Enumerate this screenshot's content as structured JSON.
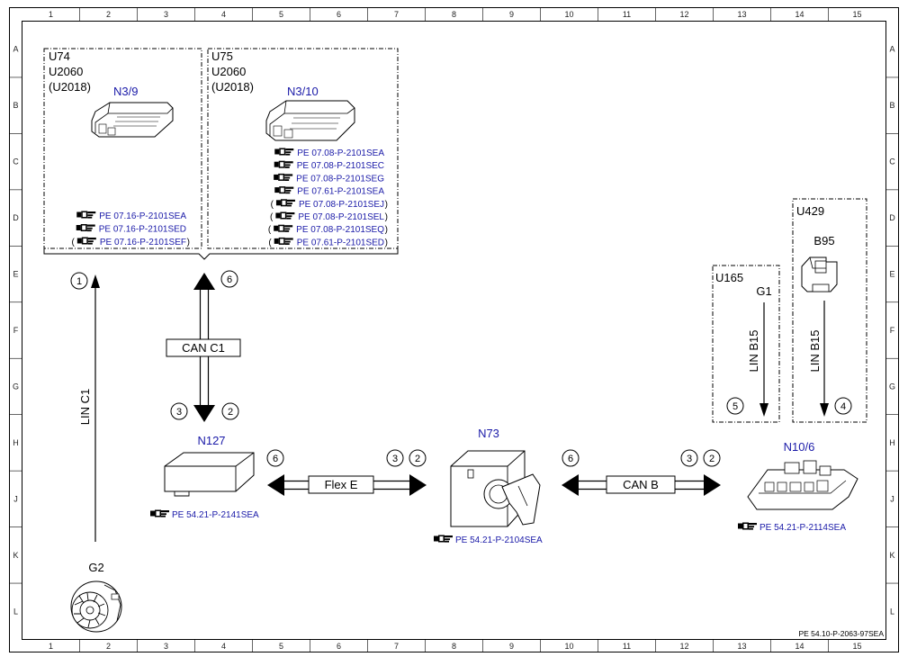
{
  "grid": {
    "columns": [
      "1",
      "2",
      "3",
      "4",
      "5",
      "6",
      "7",
      "8",
      "9",
      "10",
      "11",
      "12",
      "13",
      "14",
      "15"
    ],
    "rows": [
      "A",
      "B",
      "C",
      "D",
      "E",
      "F",
      "G",
      "H",
      "J",
      "K",
      "L"
    ]
  },
  "doc_id": "PE 54.10-P-2063-97SEA",
  "groups": {
    "u74": {
      "lines": [
        "U74",
        "U2060",
        "(U2018)"
      ]
    },
    "u75": {
      "lines": [
        "U75",
        "U2060",
        "(U2018)"
      ]
    },
    "u165": {
      "label": "U165"
    },
    "u429": {
      "label": "U429"
    }
  },
  "components": {
    "n3_9": {
      "label": "N3/9",
      "refs": [
        {
          "open": "",
          "text": "PE 07.16-P-2101SEA",
          "close": ""
        },
        {
          "open": "",
          "text": "PE 07.16-P-2101SED",
          "close": ""
        },
        {
          "open": "(",
          "text": "PE 07.16-P-2101SEF",
          "close": ")"
        }
      ]
    },
    "n3_10": {
      "label": "N3/10",
      "refs": [
        {
          "open": "",
          "text": "PE 07.08-P-2101SEA",
          "close": ""
        },
        {
          "open": "",
          "text": "PE 07.08-P-2101SEC",
          "close": ""
        },
        {
          "open": "",
          "text": "PE 07.08-P-2101SEG",
          "close": ""
        },
        {
          "open": "",
          "text": "PE 07.61-P-2101SEA",
          "close": ""
        },
        {
          "open": "(",
          "text": "PE 07.08-P-2101SEJ",
          "close": ")"
        },
        {
          "open": "(",
          "text": "PE 07.08-P-2101SEL",
          "close": ")"
        },
        {
          "open": "(",
          "text": "PE 07.08-P-2101SEQ",
          "close": ")"
        },
        {
          "open": "(",
          "text": "PE 07.61-P-2101SED",
          "close": ")"
        }
      ]
    },
    "n127": {
      "label": "N127",
      "ref": "PE 54.21-P-2141SEA"
    },
    "n73": {
      "label": "N73",
      "ref": "PE 54.21-P-2104SEA"
    },
    "n10_6": {
      "label": "N10/6",
      "ref": "PE 54.21-P-2114SEA"
    },
    "g2": {
      "label": "G2"
    },
    "g1": {
      "label": "G1"
    },
    "b95": {
      "label": "B95"
    }
  },
  "buses": {
    "lin_c1": {
      "label": "LIN C1",
      "marker": "1"
    },
    "can_c1": {
      "label": "CAN C1",
      "top_marker": "6",
      "bottom_markers": [
        "3",
        "2"
      ]
    },
    "flex_e": {
      "label": "Flex E",
      "left_marker": "6",
      "right_markers": [
        "3",
        "2"
      ]
    },
    "can_b": {
      "label": "CAN B",
      "left_marker": "6",
      "right_markers": [
        "3",
        "2"
      ]
    },
    "lin_b15_u165": {
      "label": "LIN B15",
      "marker": "5"
    },
    "lin_b15_u429": {
      "label": "LIN B15",
      "marker": "4"
    }
  }
}
